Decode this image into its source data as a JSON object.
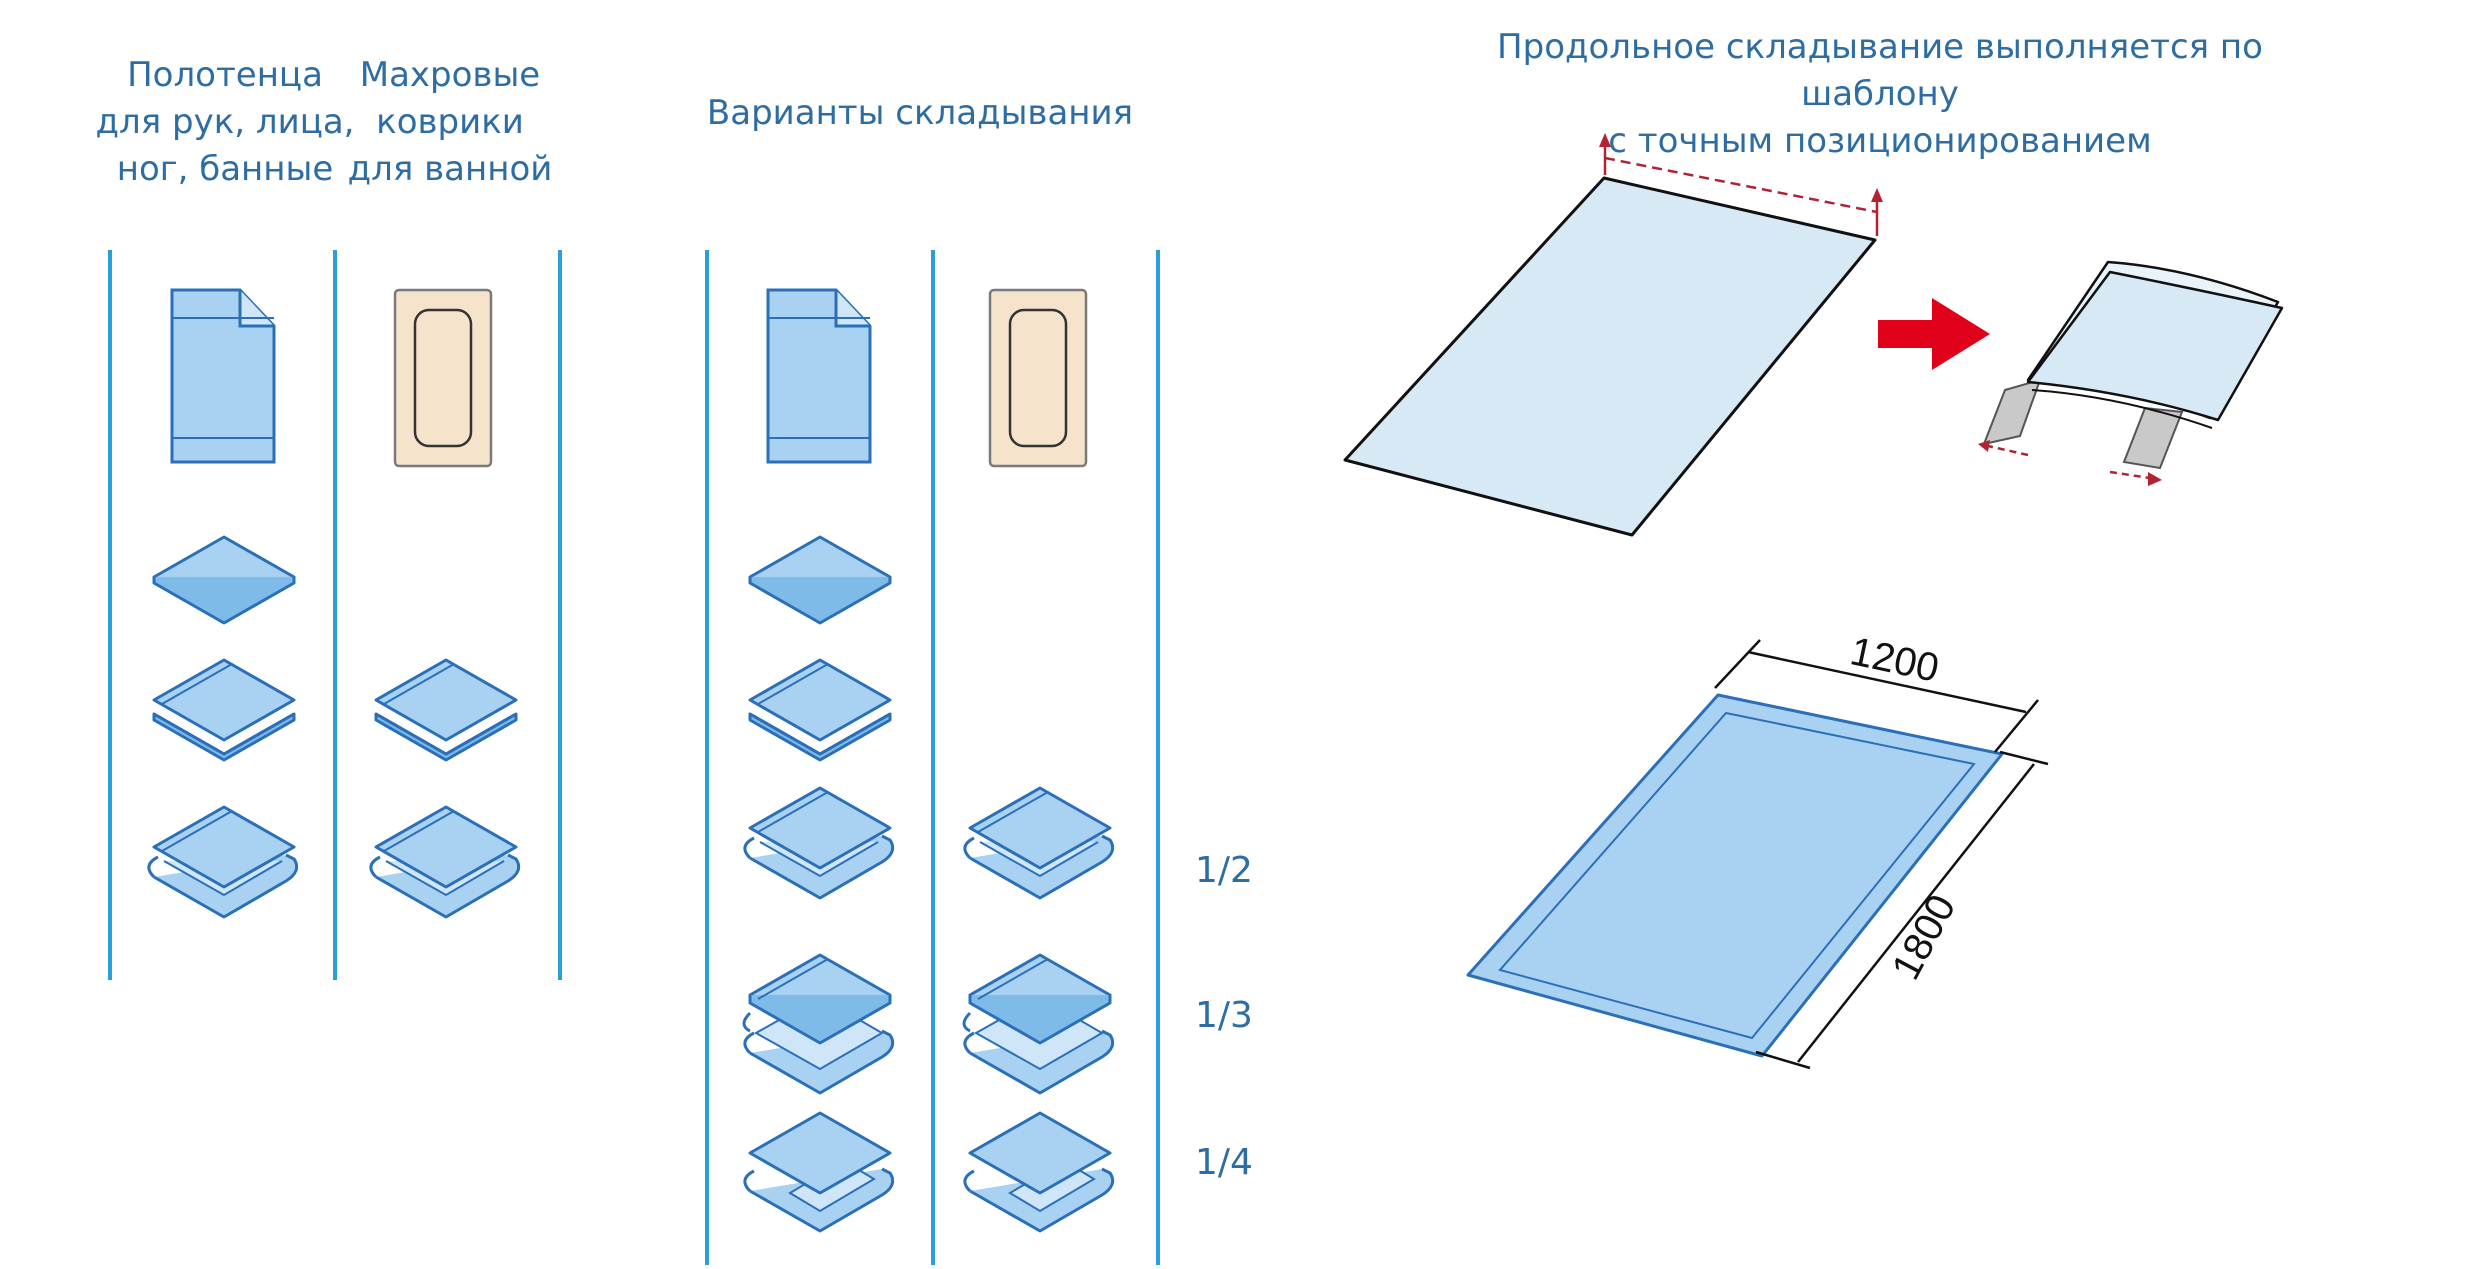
{
  "headers": {
    "towels": [
      "Полотенца",
      "для рук, лица,",
      "ног, банные"
    ],
    "mats": [
      "Махровые",
      "коврики",
      "для ванной"
    ],
    "variants": "Варианты складывания",
    "longitudinal": [
      "Продольное складывание выполняется по шаблону",
      "с точным позиционированием"
    ]
  },
  "fractions": [
    "1/2",
    "1/3",
    "1/4"
  ],
  "dimensions": {
    "width": "1200",
    "length": "1800"
  },
  "colors": {
    "accent_blue": "#2e6da4",
    "divider_blue": "#2b9fd9",
    "towel_fill": "#a9d2f2",
    "towel_stroke": "#2a6fb8",
    "mat_fill": "#f5e3cb",
    "sheet_fill": "#d6e9f5",
    "arrow_red": "#e1001a"
  },
  "icons": {
    "towel": "towel-sheet-icon",
    "mat": "bath-mat-icon",
    "fold_single": "folded-towel-single-icon",
    "fold_double": "folded-towel-double-icon",
    "fold_roll": "folded-towel-roll-icon",
    "fold_stack": "folded-towel-stack-icon",
    "fold_loop": "folded-towel-loop-icon"
  }
}
